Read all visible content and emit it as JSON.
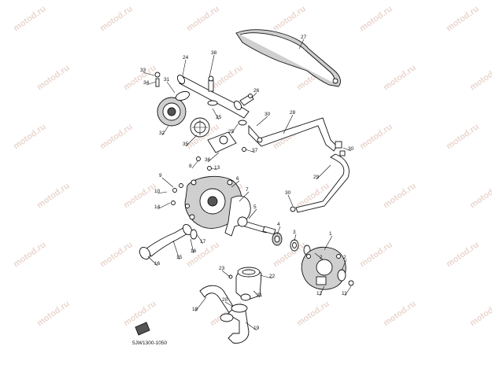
{
  "watermark": "motod.ru",
  "diagram_code": "5JW1300-1050",
  "callouts": [
    "1",
    "2",
    "2",
    "3",
    "4",
    "5",
    "6",
    "7",
    "8",
    "9",
    "10",
    "11",
    "12",
    "13",
    "14",
    "15",
    "16",
    "16",
    "17",
    "18",
    "19",
    "20",
    "21",
    "22",
    "23",
    "24",
    "25",
    "25",
    "26",
    "27",
    "28",
    "29",
    "30",
    "30",
    "30",
    "31",
    "32",
    "33",
    "34",
    "35",
    "36",
    "37",
    "38"
  ]
}
